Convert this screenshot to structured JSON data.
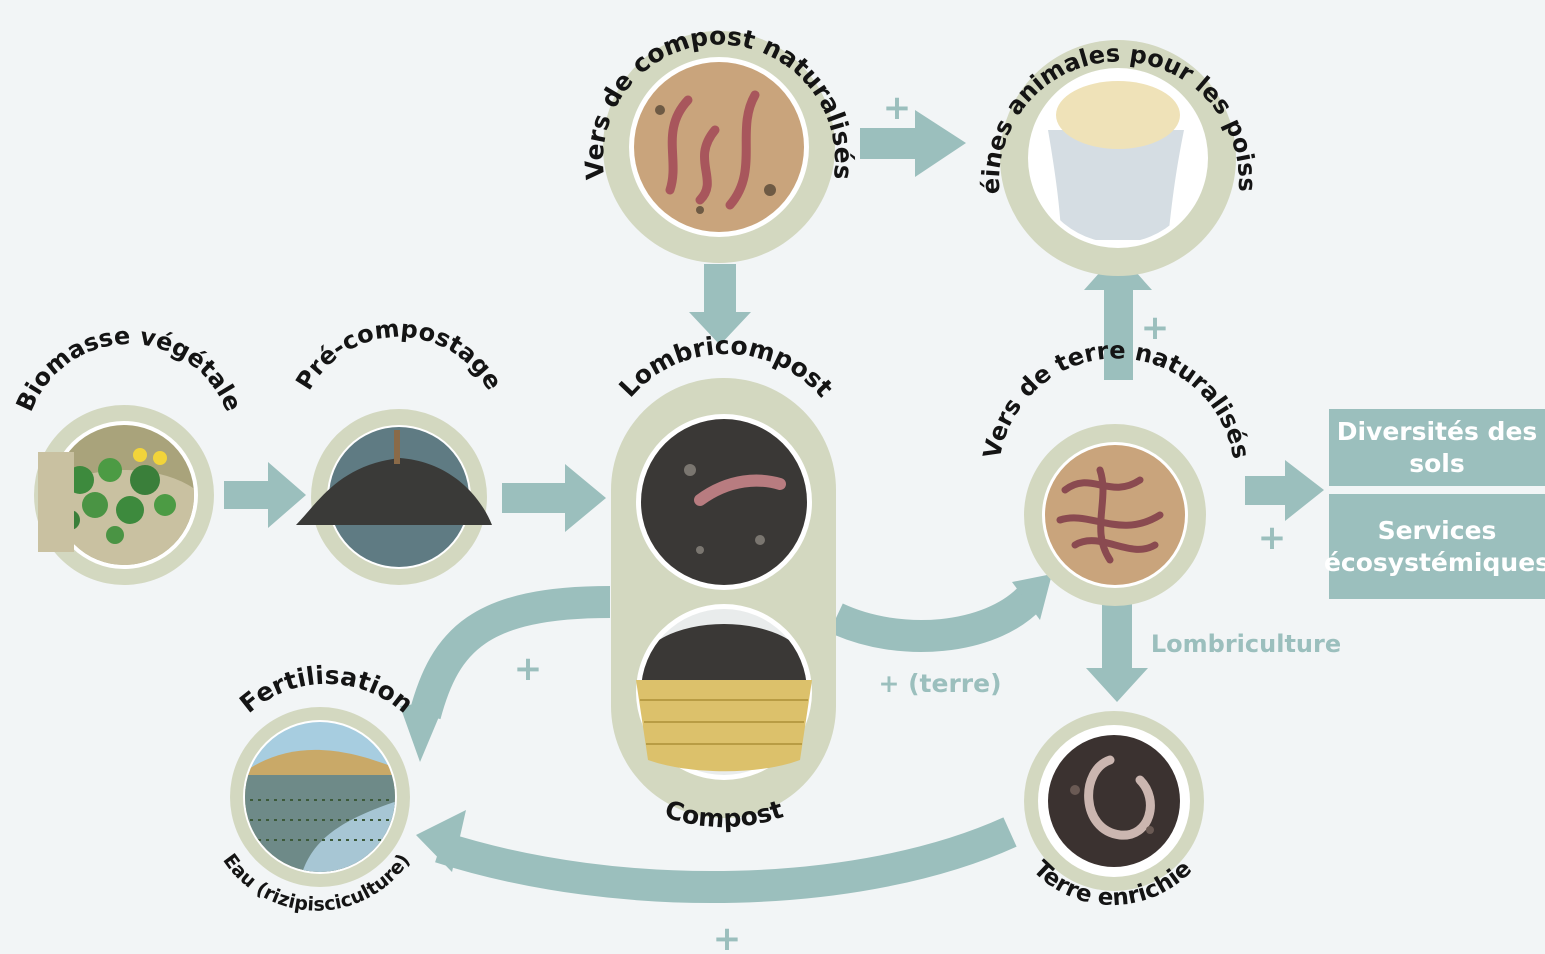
{
  "nodes": {
    "biomass": {
      "label": "Biomasse végétale"
    },
    "precompost": {
      "label": "Pré-compostage"
    },
    "lombricompost": {
      "label": "Lombricompost",
      "bottom_label": "Compost"
    },
    "compost_worms": {
      "label": "Vers de compost naturalisés"
    },
    "proteins": {
      "label": "Potéines animales pour les poissons"
    },
    "earthworms": {
      "label": "Vers de terre naturalisés"
    },
    "fertilisation": {
      "label": "Fertilisation",
      "bottom_label": "Eau (rizipisciculture)"
    },
    "enriched_soil": {
      "label": "Terre enrichie"
    }
  },
  "outcomes": {
    "soil_diversity": "Diversités des sols",
    "ecosystem_services": "Services écosystémiques"
  },
  "flows": {
    "plus": "+",
    "terre": "+ (terre)",
    "lombriculture": "Lombriculture"
  },
  "colors": {
    "background": "#f2f5f6",
    "arrow": "#9bbfbd",
    "ring": "#d3d8c0",
    "ring_inner": "#ffffff",
    "label": "#141414"
  },
  "icons": [
    "plant-biomass-icon",
    "compost-pile-icon",
    "worm-compost-icon",
    "compost-basket-icon",
    "worms-icon",
    "protein-sack-icon",
    "earthworms-icon",
    "rice-field-icon",
    "enriched-soil-icon"
  ]
}
